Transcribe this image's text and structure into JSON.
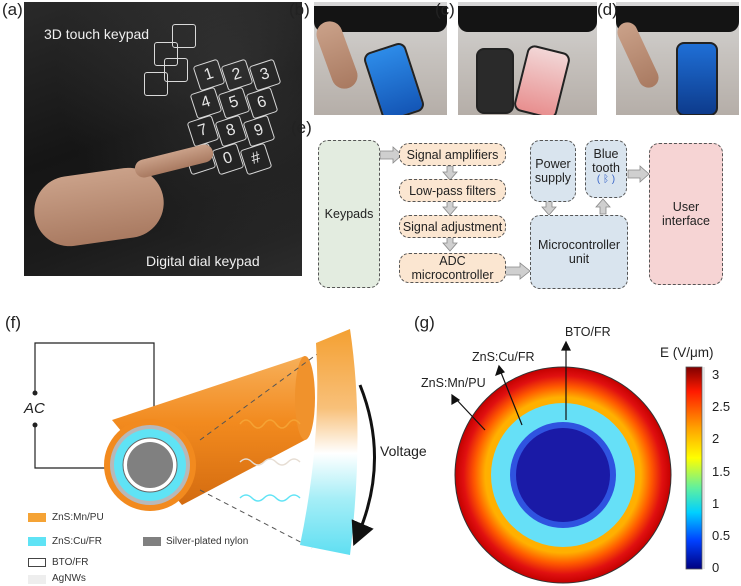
{
  "panels": {
    "a": "(a)",
    "b": "(b)",
    "c": "(c)",
    "d": "(d)",
    "e": "(e)",
    "f": "(f)",
    "g": "(g)"
  },
  "photo_a": {
    "top_caption": "3D touch keypad",
    "bottom_caption": "Digital dial keypad",
    "keys": [
      "1",
      "2",
      "3",
      "4",
      "5",
      "6",
      "7",
      "8",
      "9",
      "*",
      "0",
      "#"
    ]
  },
  "flowchart": {
    "keypads": "Keypads",
    "signal_amplifiers": "Signal amplifiers",
    "low_pass_filters": "Low-pass filters",
    "signal_adjustment": "Signal adjustment",
    "adc_microcontroller": "ADC microcontroller",
    "power_supply_1": "Power",
    "power_supply_2": "supply",
    "bluetooth_1": "Blue",
    "bluetooth_2": "tooth",
    "microcontroller_1": "Microcontroller",
    "microcontroller_2": "unit",
    "user_interface_1": "User",
    "user_interface_2": "interface"
  },
  "fiber": {
    "ac_label": "AC",
    "voltage_label": "Voltage",
    "legend": {
      "zns_mn": "ZnS:Mn/PU",
      "zns_cu": "ZnS:Cu/FR",
      "silver_nylon": "Silver-plated nylon",
      "bto": "BTO/FR",
      "agnws": "AgNWs"
    }
  },
  "field_plot": {
    "labels": {
      "bto": "BTO/FR",
      "zns_cu": "ZnS:Cu/FR",
      "zns_mn": "ZnS:Mn/PU"
    },
    "colorbar_title": "E (V/μm)",
    "colorbar_ticks": [
      "3",
      "2.5",
      "2",
      "1.5",
      "1",
      "0.5",
      "0"
    ]
  },
  "colors": {
    "orange": "#f5a335",
    "cyan": "#5fe3f5",
    "flow_orange": "#fbe6d1",
    "flow_green": "#e3ece0",
    "flow_blue": "#d9e4ee",
    "flow_pink": "#f6d4d4"
  }
}
